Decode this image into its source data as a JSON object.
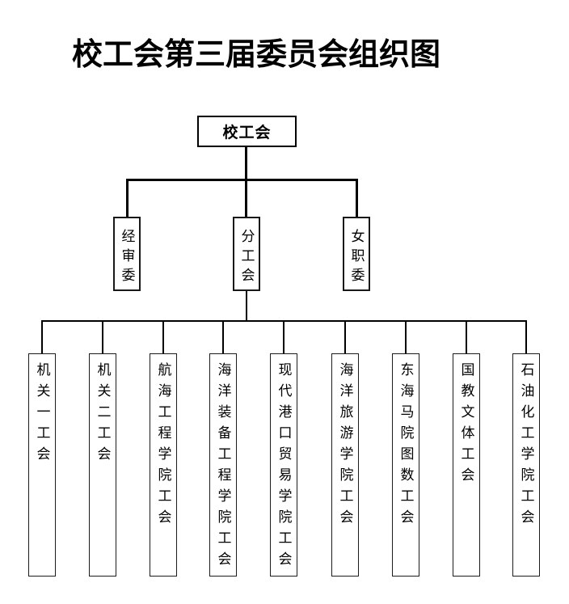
{
  "page": {
    "title": "校工会第三届委员会组织图",
    "background_color": "#ffffff",
    "line_color": "#000000",
    "text_color": "#000000"
  },
  "org": {
    "root": {
      "label": "校工会"
    },
    "branches": [
      {
        "label": "经审委",
        "children": []
      },
      {
        "label": "分工会",
        "children": [
          {
            "label": "机关一工会"
          },
          {
            "label": "机关二工会"
          },
          {
            "label": "航海工程学院工会"
          },
          {
            "label": "海洋装备工程学院工会"
          },
          {
            "label": "现代港口贸易学院工会"
          },
          {
            "label": "海洋旅游学院工会"
          },
          {
            "label": "东海马院图数工会"
          },
          {
            "label": "国教文体工会"
          },
          {
            "label": "石油化工学院工会"
          }
        ]
      },
      {
        "label": "女职委",
        "children": []
      }
    ]
  }
}
